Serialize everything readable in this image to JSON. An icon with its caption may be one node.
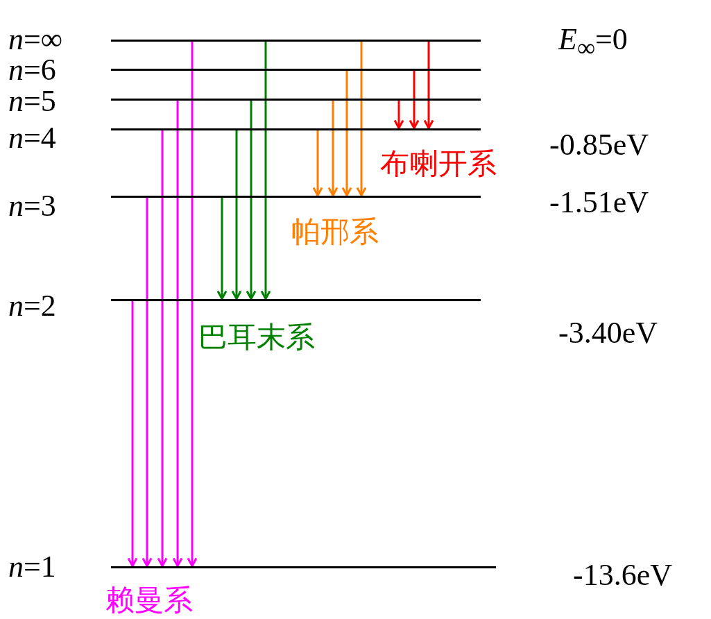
{
  "diagram": {
    "nodes": [
      {
        "text": [
          "*n*=∞",
          "*E*$_{∞}$=0"
        ]
      },
      {
        "text": [
          "*n*=6"
        ]
      },
      {
        "text": [
          "*n*=5"
        ]
      },
      {
        "text": [
          "*n*=4",
          "-0.85eV"
        ]
      },
      {
        "text": [
          "*n*=3",
          "-1.51eV"
        ]
      },
      {
        "text": [
          "*n*=2",
          "-3.40eV"
        ]
      },
      {
        "text": [
          "*n*=1",
          "-13.6eV"
        ]
      }
    ],
    "edges": [
      {
        "from": 5,
        "to": 6,
        "arrow": "to",
        "color": "#ff00ff"
      },
      {
        "from": 4,
        "to": 6,
        "arrow": "to",
        "color": "#ff00ff"
      },
      {
        "from": 3,
        "to": 6,
        "arrow": "to",
        "color": "#ff00ff"
      },
      {
        "from": 2,
        "to": 6,
        "arrow": "to",
        "color": "#ff00ff"
      },
      {
        "from": 0,
        "to": 6,
        "arrow": "to",
        "color": "#ff00ff"
      },
      {
        "from": 4,
        "to": 5,
        "arrow": "to",
        "color": "#008000"
      },
      {
        "from": 3,
        "to": 5,
        "arrow": "to",
        "color": "#008000"
      },
      {
        "from": 2,
        "to": 5,
        "arrow": "to",
        "color": "#008000"
      },
      {
        "from": 0,
        "to": 5,
        "arrow": "to",
        "color": "#008000"
      },
      {
        "from": 3,
        "to": 4,
        "arrow": "to",
        "color": "#ff7f00"
      },
      {
        "from": 2,
        "to": 4,
        "arrow": "to",
        "color": "#ff7f00"
      },
      {
        "from": 1,
        "to": 4,
        "arrow": "to",
        "color": "#ff7f00"
      },
      {
        "from": 0,
        "to": 4,
        "arrow": "to",
        "color": "#ff7f00"
      },
      {
        "from": 2,
        "to": 3,
        "arrow": "to",
        "color": "#ff0000"
      },
      {
        "from": 1,
        "to": 3,
        "arrow": "to",
        "color": "#ff0000"
      },
      {
        "from": 0,
        "to": 3,
        "arrow": "to",
        "color": "#ff0000"
      }
    ],
    "labels": [
      "布喇开系",
      "帕邢系",
      "巴耳末系",
      "赖曼系"
    ]
  }
}
